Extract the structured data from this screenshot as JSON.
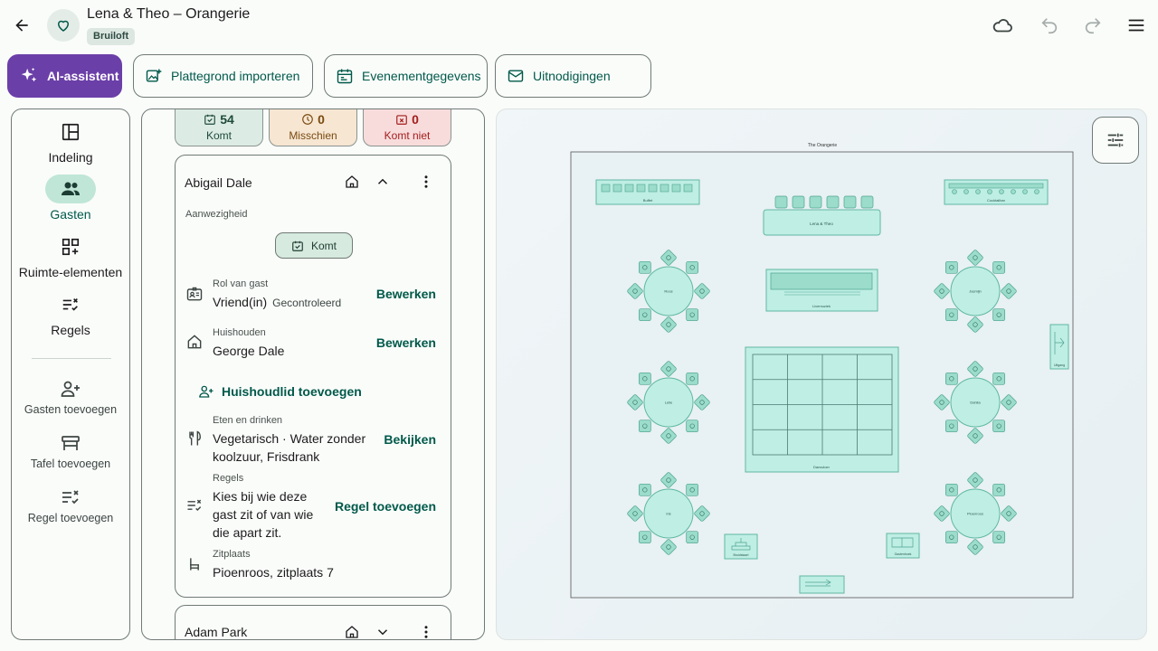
{
  "header": {
    "title": "Lena & Theo – Orangerie",
    "badge": "Bruiloft"
  },
  "actions": {
    "ai": "AI-assistent",
    "import": "Plattegrond importeren",
    "event": "Evenementgegevens",
    "invites": "Uitnodigingen"
  },
  "nav": {
    "layout": "Indeling",
    "guests": "Gasten",
    "elements": "Ruimte-elementen",
    "rules": "Regels",
    "add_guests": "Gasten toevoegen",
    "add_table": "Tafel toevoegen",
    "add_rule": "Regel toevoegen"
  },
  "stats": {
    "coming_count": "54",
    "coming_label": "Komt",
    "maybe_count": "0",
    "maybe_label": "Misschien",
    "not_count": "0",
    "not_label": "Komt niet"
  },
  "guest": {
    "name": "Abigail Dale",
    "attendance_label": "Aanwezigheid",
    "attendance_value": "Komt",
    "role_label": "Rol van gast",
    "role_value": "Vriend(in)",
    "role_status": "Gecontroleerd",
    "household_label": "Huishouden",
    "household_value": "George Dale",
    "edit": "Bewerken",
    "add_household": "Huishoudlid toevoegen",
    "food_label": "Eten en drinken",
    "food_value": "Vegetarisch · Water zonder koolzuur, Frisdrank",
    "view": "Bekijken",
    "rules_label": "Regels",
    "rules_value": "Kies bij wie deze gast zit of van wie die apart zit.",
    "add_rule": "Regel toevoegen",
    "seat_label": "Zitplaats",
    "seat_value": "Pioenroos, zitplaats 7"
  },
  "guest2": {
    "name": "Adam Park"
  },
  "floor": {
    "venue": "The Orangerie",
    "top_table": "Lena & Theo",
    "buffet": "Buffet",
    "cocktail": "Cocktailbar",
    "livemusic": "Livemuziek",
    "dancefloor": "Dansvloer",
    "cake": "Bruidstaart",
    "guestbook": "Gastenboek",
    "exit": "Uitgang",
    "tables": [
      "Roos",
      "Jasmijn",
      "Lelie",
      "Dahlia",
      "Iris",
      "Pioenroos"
    ]
  },
  "colors": {
    "accent": "#00594a",
    "ai": "#6b3fa8",
    "floor_fill": "#bfeee4",
    "floor_stroke": "#5fb8a3"
  }
}
